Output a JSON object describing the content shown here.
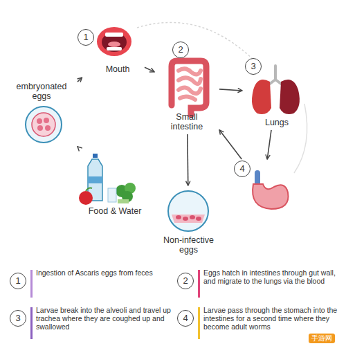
{
  "diagram": {
    "nodes": [
      {
        "text": [
          "1",
          "Mouth"
        ]
      },
      {
        "text": [
          "2",
          "Small intestine"
        ]
      },
      {
        "text": [
          "3",
          "Lungs"
        ]
      },
      {
        "text": [
          "4"
        ]
      },
      {
        "text": [
          "Non-infective eggs"
        ]
      },
      {
        "text": [
          "Food & Water"
        ]
      },
      {
        "text": [
          "embryonated eggs"
        ]
      },
      {
        "text": [
          "1",
          "Ingestion of Ascaris eggs from feces"
        ]
      },
      {
        "text": [
          "2",
          "Eggs hatch in intestines through gut wall, and migrate to the lungs via the blood"
        ]
      },
      {
        "text": [
          "3",
          "Larvae break into the alveoli and travel up trachea where they are coughed up and swallowed"
        ]
      },
      {
        "text": [
          "4",
          "Larvae pass through the stomach into the intestines for a second time where they become adult worms"
        ]
      }
    ],
    "edges": [
      {
        "from": 5,
        "to": 6,
        "arrow": "to"
      },
      {
        "from": 6,
        "to": 0,
        "arrow": "to"
      },
      {
        "from": 0,
        "to": 1,
        "arrow": "to"
      },
      {
        "from": 1,
        "to": 2,
        "arrow": "to"
      },
      {
        "from": 2,
        "to": 3,
        "arrow": "to"
      },
      {
        "from": 3,
        "to": 1,
        "arrow": "to"
      },
      {
        "from": 1,
        "to": 4,
        "arrow": "to"
      }
    ],
    "labels": [
      "手游网"
    ]
  }
}
